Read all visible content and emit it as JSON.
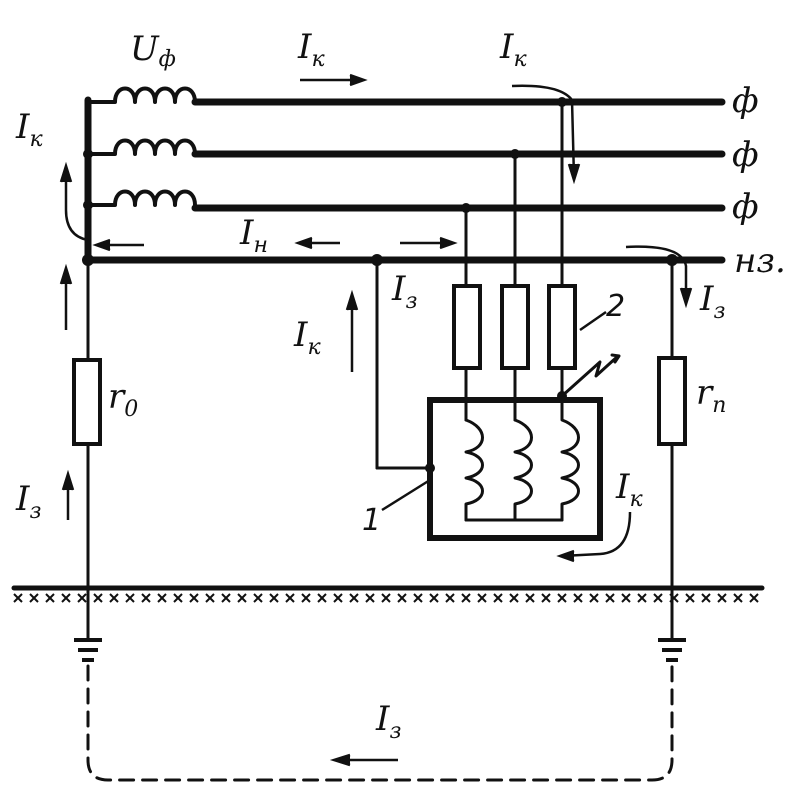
{
  "diagram": {
    "source_label": "U",
    "source_label_sub": "ф",
    "line_labels": [
      "ф",
      "ф",
      "ф",
      "нз."
    ],
    "current_labels": {
      "fault_top": {
        "main": "I",
        "sub": "к"
      },
      "fault_right": {
        "main": "I",
        "sub": "к"
      },
      "fault_left": {
        "main": "I",
        "sub": "к"
      },
      "fault_mid": {
        "main": "I",
        "sub": "к"
      },
      "fault_case": {
        "main": "I",
        "sub": "к"
      },
      "neutral": {
        "main": "I",
        "sub": "н"
      },
      "ground_mid": {
        "main": "I",
        "sub": "з"
      },
      "ground_right": {
        "main": "I",
        "sub": "з"
      },
      "ground_left": {
        "main": "I",
        "sub": "з"
      },
      "ground_bottom": {
        "main": "I",
        "sub": "з"
      }
    },
    "resistors": {
      "source": {
        "main": "r",
        "sub": "0"
      },
      "repeat": {
        "main": "r",
        "sub": "п"
      }
    },
    "callouts": [
      "1",
      "2"
    ]
  }
}
